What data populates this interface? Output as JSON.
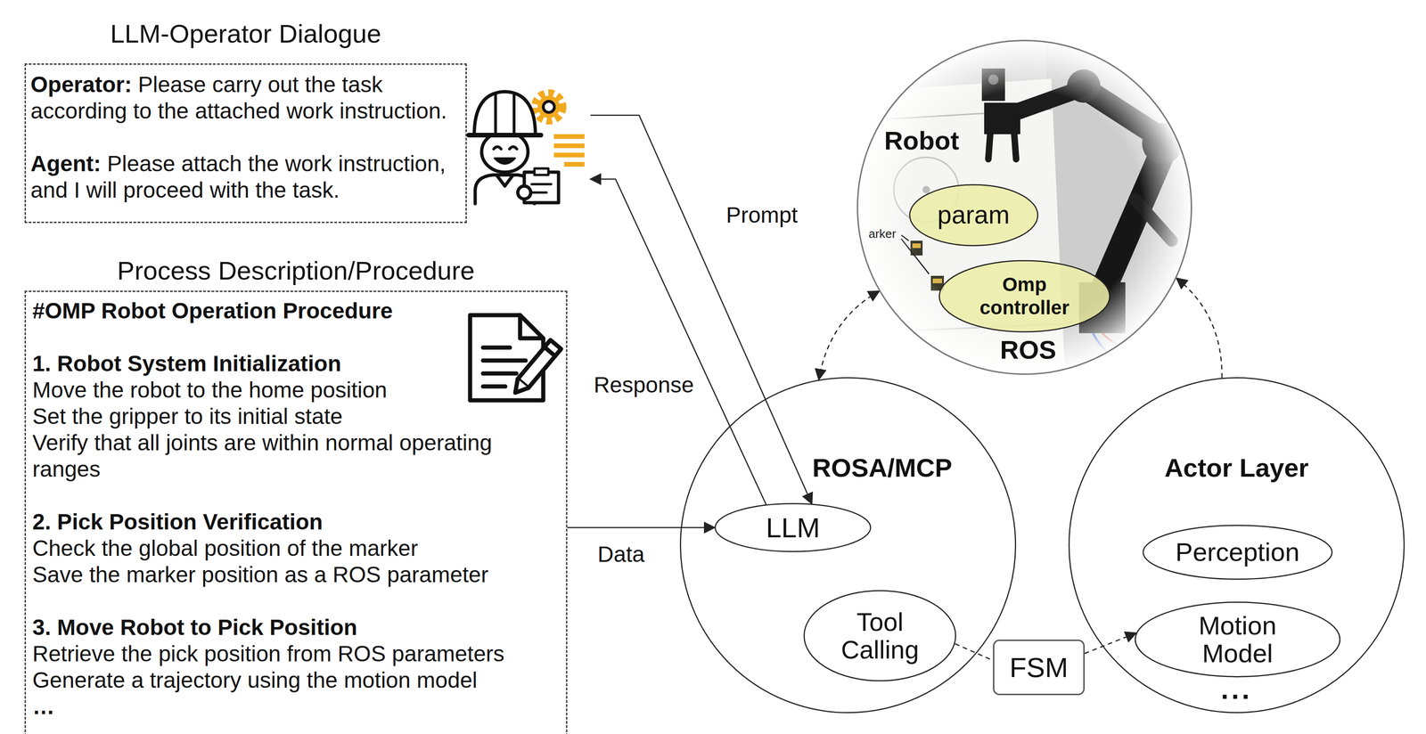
{
  "diagram": {
    "nodes": [
      {
        "text": [
          "LLM-Operator Dialogue",
          "Operator: Please carry out the task according to the attached work instruction.",
          "Agent: Please attach the work instruction, and I will proceed with the task."
        ]
      },
      {
        "text": [
          "Process Description/Procedure",
          "#OMP Robot Operation Procedure",
          "1. Robot System Initialization",
          "Move the robot to the home position",
          "Set the gripper to its initial state",
          "Verify that all joints are within normal operating ranges",
          "2. Pick Position Verification",
          "Check the global position of the marker",
          "Save the marker position as a ROS parameter",
          "3. Move Robot to Pick Position",
          "Retrieve the pick position from ROS parameters",
          "Generate a trajectory using the motion model",
          "…"
        ]
      },
      {
        "text": [
          "Robot",
          "ROS"
        ]
      },
      {
        "text": [
          "param"
        ],
        "in": 2
      },
      {
        "text": [
          "Omp controller"
        ],
        "in": 2
      },
      {
        "text": [
          "ROSA/MCP"
        ]
      },
      {
        "text": [
          "LLM"
        ],
        "in": 5
      },
      {
        "text": [
          "Tool Calling"
        ],
        "in": 5
      },
      {
        "text": [
          "Actor Layer"
        ]
      },
      {
        "text": [
          "Perception"
        ],
        "in": 8
      },
      {
        "text": [
          "Motion Model"
        ],
        "in": 8
      },
      {
        "text": [
          "FSM"
        ]
      }
    ],
    "edges": [
      {
        "from": 0,
        "to": 6,
        "label": "Prompt",
        "arrow": "to"
      },
      {
        "from": 6,
        "to": 0,
        "label": "Response",
        "arrow": "to"
      },
      {
        "from": 1,
        "to": 6,
        "label": "Data",
        "arrow": "to"
      },
      {
        "from": 2,
        "to": 5,
        "arrow": "both"
      },
      {
        "from": 8,
        "to": 2,
        "arrow": "to"
      },
      {
        "from": 7,
        "to": 11,
        "arrow": "none"
      },
      {
        "from": 11,
        "to": 10,
        "arrow": "to"
      }
    ],
    "labels": [
      "arker",
      "..."
    ]
  }
}
